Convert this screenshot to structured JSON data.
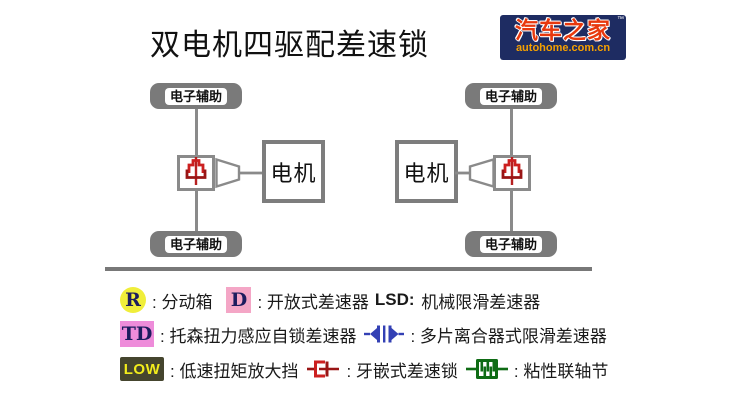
{
  "title": "双电机四驱配差速锁",
  "logo": {
    "brand": "汽车之家",
    "domain": "autohome.com.cn",
    "tm": "™"
  },
  "diagram": {
    "assist_label": "电子辅助",
    "motor_label": "电机"
  },
  "legend": {
    "row1": {
      "r_badge": "R",
      "r_desc": ": 分动箱",
      "d_badge": "D",
      "d_desc": ": 开放式差速器",
      "lsd_label": "LSD:",
      "lsd_desc": " 机械限滑差速器"
    },
    "row2": {
      "td_badge": "TD",
      "td_desc": ": 托森扭力感应自锁差速器",
      "clutch_desc": ": 多片离合器式限滑差速器"
    },
    "row3": {
      "low_badge": "LOW",
      "low_desc": ": 低速扭矩放大挡",
      "dog_desc": ": 牙嵌式差速锁",
      "viscous_desc": ": 粘性联轴节"
    }
  },
  "colors": {
    "dog_clutch_red": "#cc2020",
    "dog_clutch_dark_red": "#991515",
    "axle_gray": "#7a7a7a",
    "line_gray": "#8a8a8a",
    "transfer_case_yellow": "#f0ee3a",
    "open_diff_pink": "#f4a6c6",
    "torsen_orchid": "#ee8cda",
    "low_range_dark": "#45452e",
    "low_range_text_yellow": "#f2ec1c",
    "clutch_blue": "#3340b4",
    "viscous_green": "#0e6b14",
    "logo_navy": "#1e2c62",
    "logo_red": "#e8380d",
    "logo_orange": "#f5a000"
  }
}
